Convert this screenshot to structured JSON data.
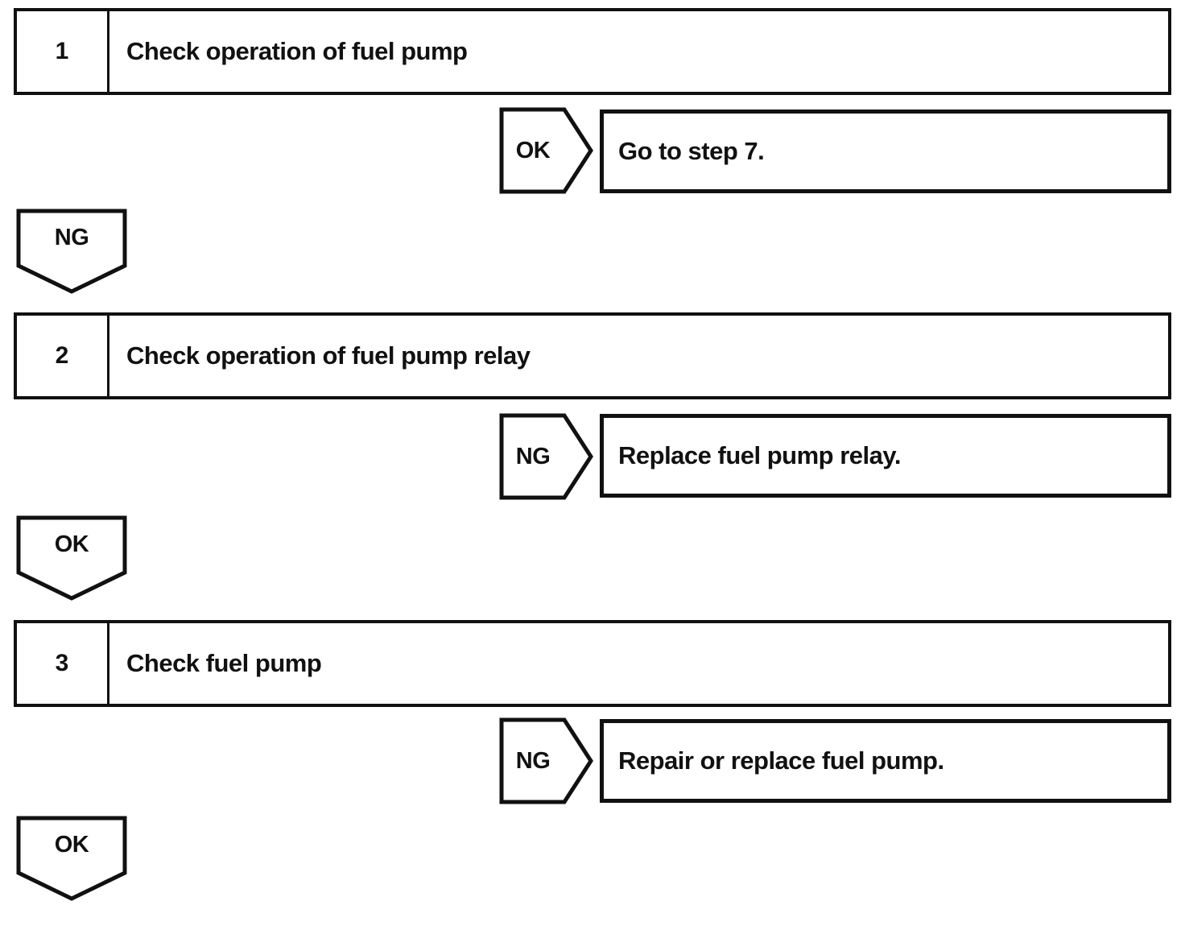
{
  "flowchart": {
    "colors": {
      "line": "#111111",
      "background": "#ffffff",
      "text": "#111111"
    },
    "steps": [
      {
        "number": "1",
        "title": "Check operation of fuel pump",
        "branch": {
          "label": "OK",
          "action": "Go to step 7."
        },
        "continue": {
          "label": "NG"
        }
      },
      {
        "number": "2",
        "title": "Check operation of fuel pump relay",
        "branch": {
          "label": "NG",
          "action": "Replace fuel pump relay."
        },
        "continue": {
          "label": "OK"
        }
      },
      {
        "number": "3",
        "title": "Check fuel pump",
        "branch": {
          "label": "NG",
          "action": "Repair or replace fuel pump."
        },
        "continue": {
          "label": "OK"
        }
      }
    ]
  }
}
